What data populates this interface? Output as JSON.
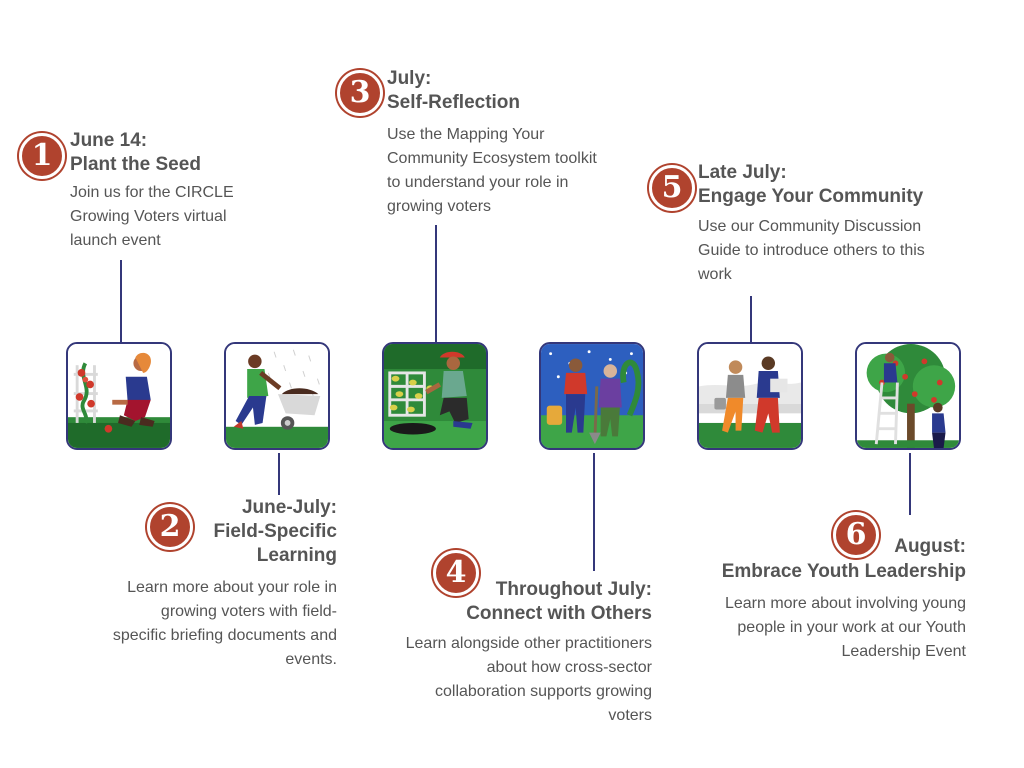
{
  "steps": [
    {
      "number": "1",
      "date": "June 14:",
      "name": "Plant the Seed",
      "desc": "Join us for the CIRCLE Growing Voters virtual launch event"
    },
    {
      "number": "2",
      "date": "June-July:",
      "name": "Field-Specific Learning",
      "desc": "Learn more about your role in growing voters with field-specific briefing documents and events."
    },
    {
      "number": "3",
      "date": "July:",
      "name": "Self-Reflection",
      "desc": "Use the Mapping Your Community Ecosystem toolkit to understand your role in growing voters"
    },
    {
      "number": "4",
      "date": "Throughout July:",
      "name": "Connect with Others",
      "desc": "Learn alongside other practitioners about how cross-sector collaboration supports growing voters"
    },
    {
      "number": "5",
      "date": "Late July:",
      "name": "Engage Your Community",
      "desc": "Use our Community Discussion Guide to introduce others to this work"
    },
    {
      "number": "6",
      "date": "August:",
      "name": "Embrace Youth Leadership",
      "desc": "Learn more about involving young people in your work at our Youth Leadership Event"
    }
  ],
  "colors": {
    "badge": "#b0432e",
    "line": "#34377a",
    "text": "#555555"
  },
  "illustrations": [
    "gardener-planting-tomatoes",
    "person-pushing-wheelbarrow",
    "gardener-tending-trellis",
    "two-gardeners-with-tools",
    "two-people-walking-carrying-items",
    "people-picking-apples"
  ]
}
